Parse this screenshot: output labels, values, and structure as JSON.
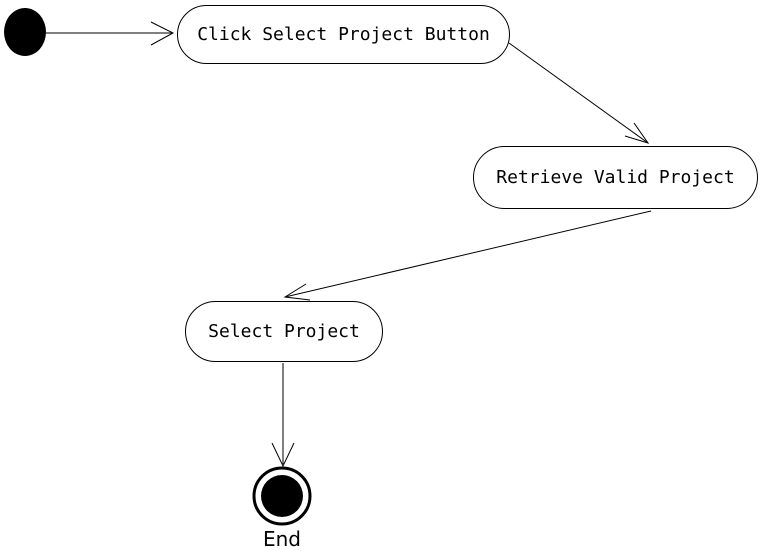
{
  "colors": {
    "background": "#ffffff",
    "stroke": "#000000",
    "text": "#000000",
    "node_fill": "#ffffff"
  },
  "diagram": {
    "type": "uml-activity-diagram",
    "nodes": [
      {
        "id": "click-select-project-button",
        "label": "Click Select Project Button"
      },
      {
        "id": "retrieve-valid-project",
        "label": "Retrieve Valid Project"
      },
      {
        "id": "select-project",
        "label": "Select Project"
      }
    ],
    "initial_state": {
      "shape": "filled-circle"
    },
    "final_state": {
      "shape": "bullseye-circle",
      "label": "End"
    },
    "edges": [
      {
        "from": "initial-state",
        "to": "click-select-project-button"
      },
      {
        "from": "click-select-project-button",
        "to": "retrieve-valid-project"
      },
      {
        "from": "retrieve-valid-project",
        "to": "select-project"
      },
      {
        "from": "select-project",
        "to": "final-state"
      }
    ]
  }
}
